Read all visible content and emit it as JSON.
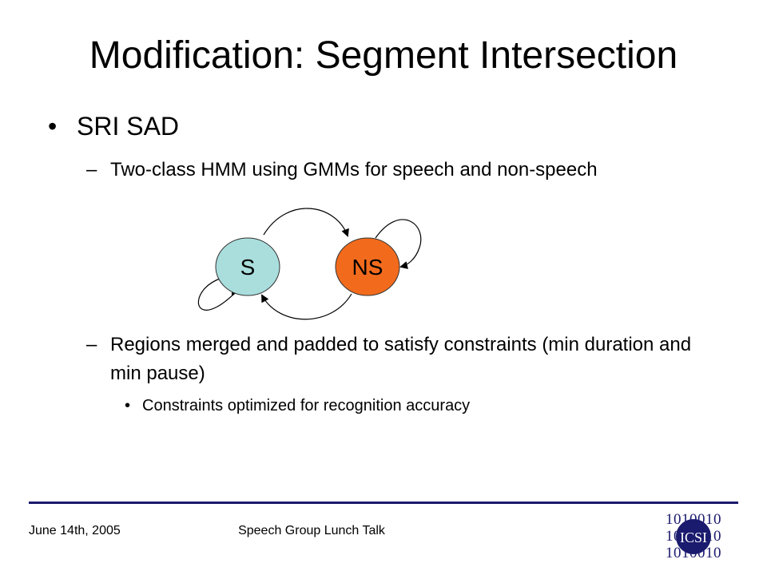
{
  "slide": {
    "title": "Modification: Segment Intersection",
    "bullet_glyph": "•",
    "dash_glyph": "–",
    "level1": {
      "text": "SRI SAD"
    },
    "level2": [
      {
        "text": "Two-class HMM using GMMs for speech and non-speech"
      },
      {
        "text": "Regions merged and padded to satisfy constraints (min duration and min pause)"
      }
    ],
    "level3": [
      {
        "text": "Constraints optimized for recognition accuracy"
      }
    ]
  },
  "diagram": {
    "states": [
      {
        "label": "S",
        "fill": "#a9dedd"
      },
      {
        "label": "NS",
        "fill": "#f26b1d"
      }
    ]
  },
  "footer": {
    "date": "June 14th, 2005",
    "center": "Speech Group Lunch Talk",
    "rule_color": "#1a1a6e"
  },
  "logo": {
    "label": "ICSI",
    "bits_rows": [
      "1010010",
      "1010010",
      "1010010"
    ],
    "circle_color": "#1a1a6e"
  }
}
